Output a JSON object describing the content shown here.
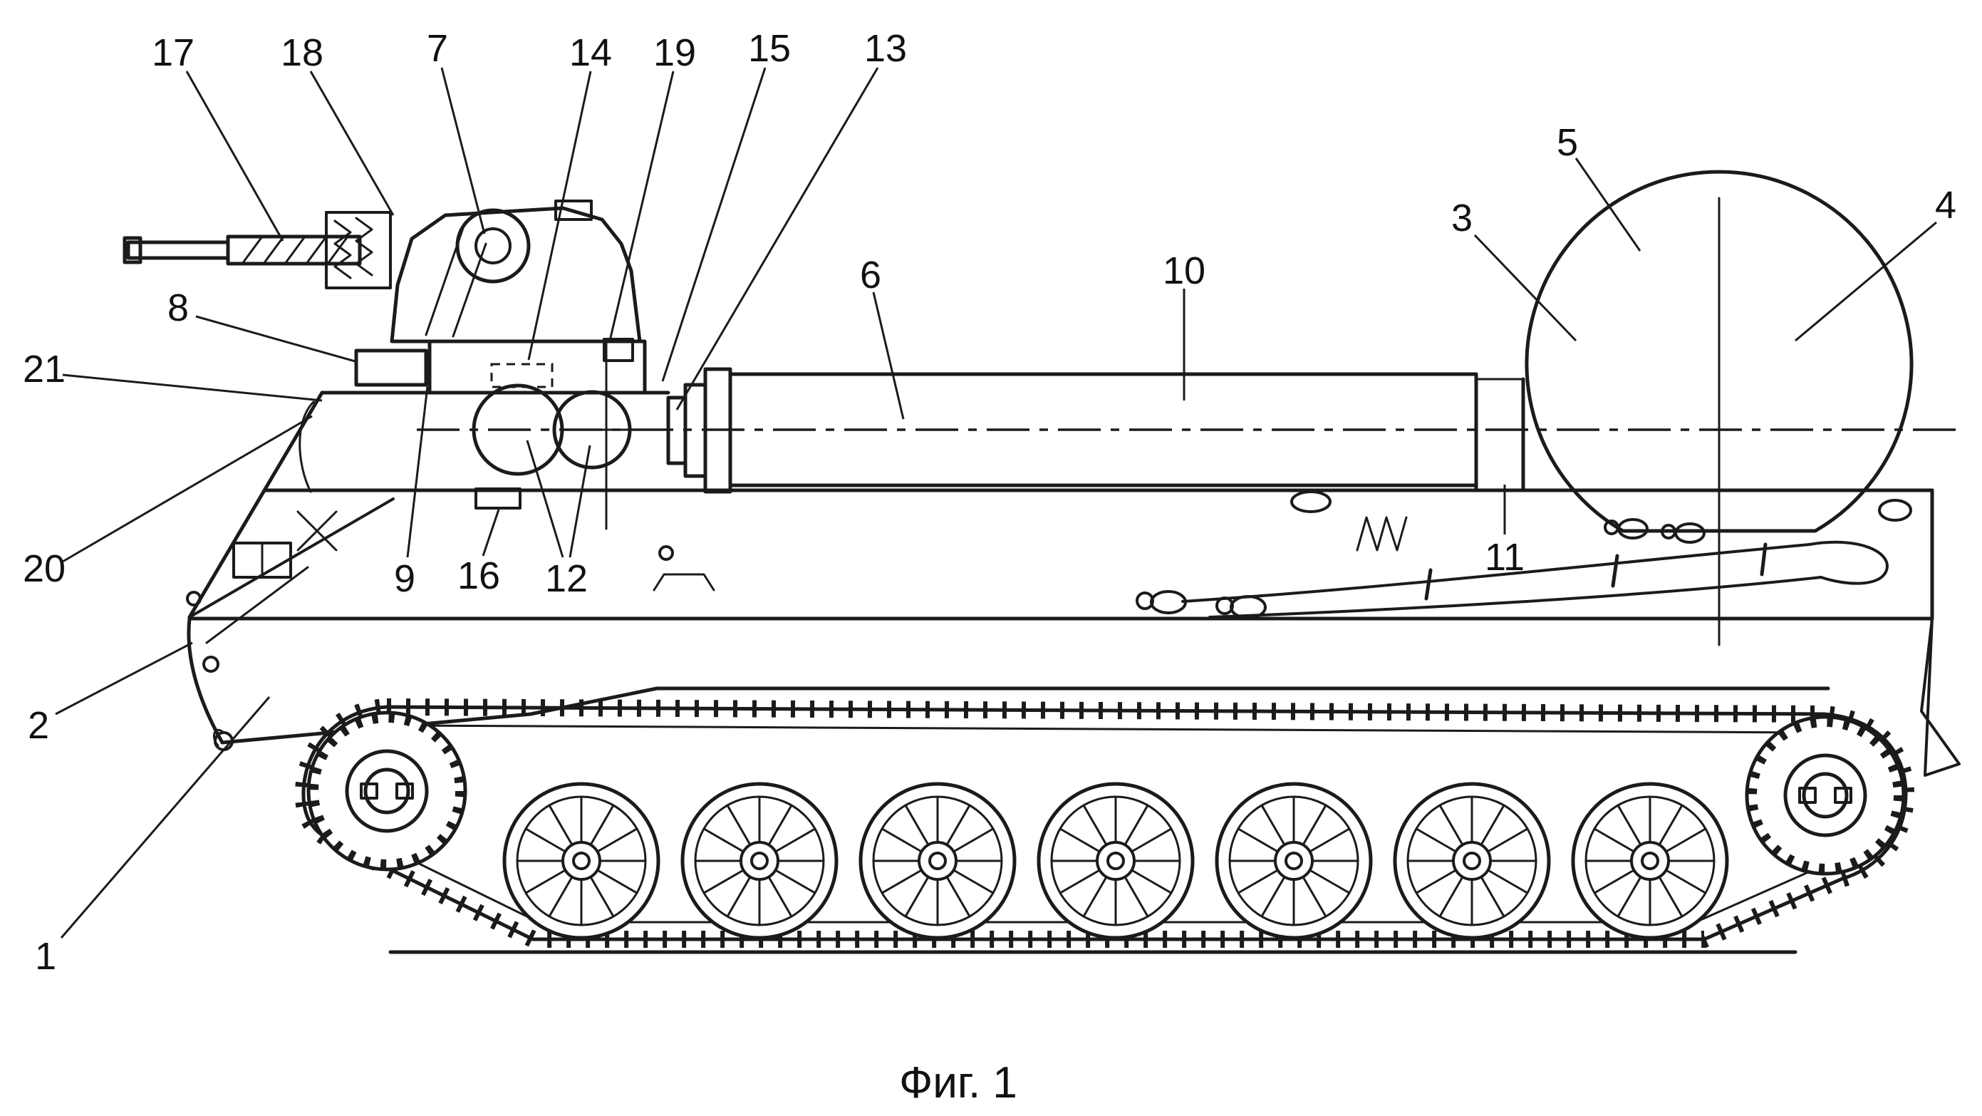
{
  "figure": {
    "caption": "Фиг. 1"
  },
  "callouts": {
    "c1": "1",
    "c2": "2",
    "c3": "3",
    "c4": "4",
    "c5": "5",
    "c6": "6",
    "c7": "7",
    "c8": "8",
    "c9": "9",
    "c10": "10",
    "c11": "11",
    "c12": "12",
    "c13": "13",
    "c14": "14",
    "c15": "15",
    "c16": "16",
    "c17": "17",
    "c18": "18",
    "c19": "19",
    "c20": "20",
    "c21": "21"
  },
  "colors": {
    "ink": "#1b1b1b",
    "background": "#ffffff"
  }
}
